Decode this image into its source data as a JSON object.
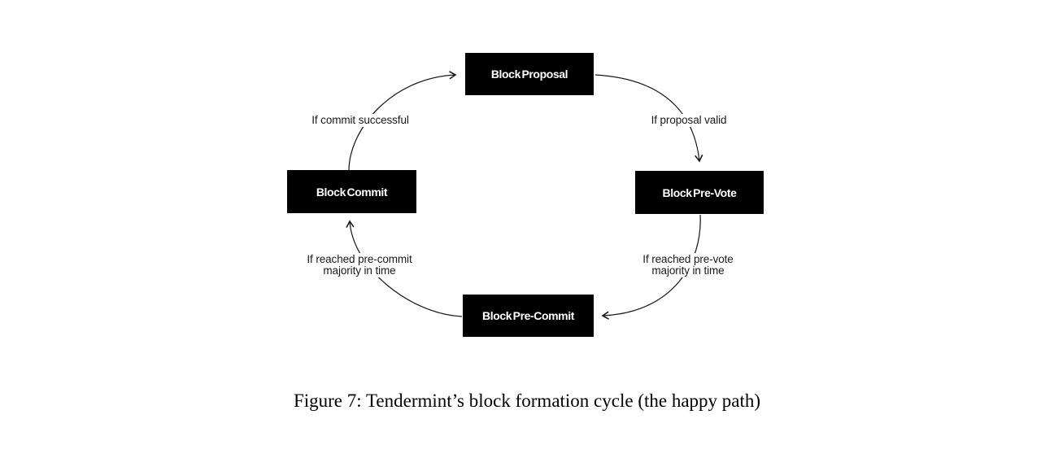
{
  "diagram": {
    "nodes": {
      "proposal": {
        "label": "Block Proposal"
      },
      "prevote": {
        "label": "Block Pre-Vote"
      },
      "precommit": {
        "label": "Block Pre-Commit"
      },
      "commit": {
        "label": "Block Commit"
      }
    },
    "edges": {
      "proposal_to_prevote": {
        "lines": [
          "If proposal valid"
        ]
      },
      "prevote_to_precommit": {
        "lines": [
          "If reached pre-vote",
          "majority in time"
        ]
      },
      "precommit_to_commit": {
        "lines": [
          "If reached pre-commit",
          "majority in time"
        ]
      },
      "commit_to_proposal": {
        "lines": [
          "If commit successful"
        ]
      }
    }
  },
  "caption": "Figure 7: Tendermint’s block formation cycle (the happy path)",
  "colors": {
    "node_bg": "#000000",
    "node_text": "#ffffff",
    "edge_stroke": "#1a1a1a",
    "label_text": "#1a1a1a",
    "background": "#ffffff"
  }
}
